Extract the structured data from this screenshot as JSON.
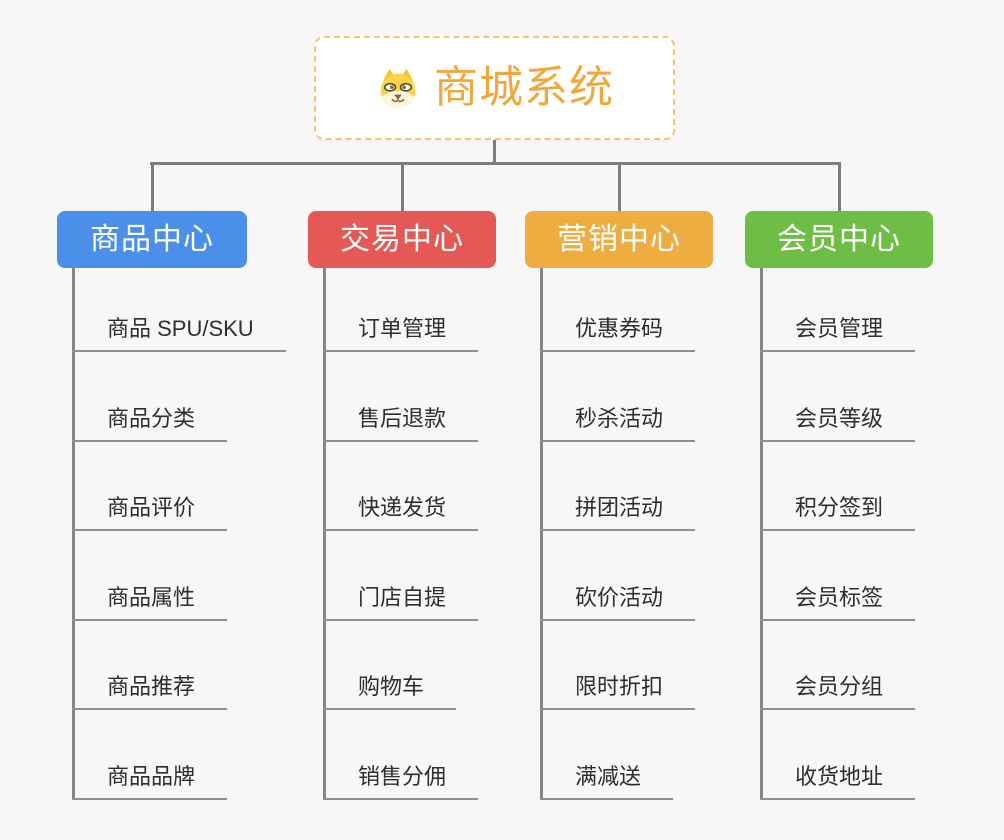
{
  "root": {
    "title": "商城系统",
    "icon": "shiba-dog-icon"
  },
  "branches": [
    {
      "label": "商品中心",
      "color": "#4B8FE8",
      "children": [
        "商品 SPU/SKU",
        "商品分类",
        "商品评价",
        "商品属性",
        "商品推荐",
        "商品品牌"
      ]
    },
    {
      "label": "交易中心",
      "color": "#E45956",
      "children": [
        "订单管理",
        "售后退款",
        "快递发货",
        "门店自提",
        "购物车",
        "销售分佣"
      ]
    },
    {
      "label": "营销中心",
      "color": "#EDAD41",
      "children": [
        "优惠券码",
        "秒杀活动",
        "拼团活动",
        "砍价活动",
        "限时折扣",
        "满减送"
      ]
    },
    {
      "label": "会员中心",
      "color": "#6EBE45",
      "children": [
        "会员管理",
        "会员等级",
        "积分签到",
        "会员标签",
        "会员分组",
        "收货地址"
      ]
    }
  ],
  "style": {
    "background": "#F7F7F7",
    "connector_color": "#7D7D7D",
    "underline_color": "#8F8F8F",
    "root_text_color": "#F2A73D",
    "root_border_color": "#F6C46F",
    "leaf_text_color": "#2E2E2E"
  }
}
